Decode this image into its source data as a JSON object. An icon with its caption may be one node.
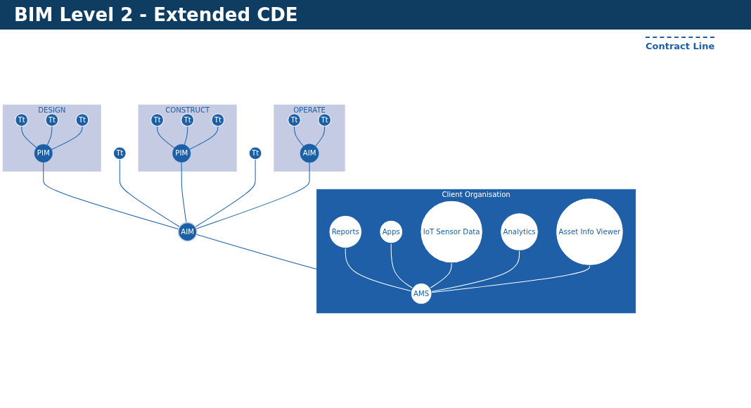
{
  "diagram": {
    "title": "BIM Level 2 - Extended CDE",
    "nodes": [
      {
        "text": [
          "DESIGN"
        ]
      },
      {
        "text": [
          "Tt"
        ],
        "in": 0
      },
      {
        "text": [
          "Tt"
        ],
        "in": 0
      },
      {
        "text": [
          "Tt"
        ],
        "in": 0
      },
      {
        "text": [
          "PIM"
        ],
        "in": 0
      },
      {
        "text": [
          "CONSTRUCT"
        ]
      },
      {
        "text": [
          "Tt"
        ],
        "in": 5
      },
      {
        "text": [
          "Tt"
        ],
        "in": 5
      },
      {
        "text": [
          "Tt"
        ],
        "in": 5
      },
      {
        "text": [
          "PIM"
        ],
        "in": 5
      },
      {
        "text": [
          "OPERATE"
        ]
      },
      {
        "text": [
          "Tt"
        ],
        "in": 10
      },
      {
        "text": [
          "Tt"
        ],
        "in": 10
      },
      {
        "text": [
          "AIM"
        ],
        "in": 10
      },
      {
        "text": [
          "Tt"
        ]
      },
      {
        "text": [
          "Tt"
        ]
      },
      {
        "text": [
          "AIM"
        ]
      },
      {
        "text": [
          "Client Organisation"
        ]
      },
      {
        "text": [
          "Reports"
        ],
        "in": 17
      },
      {
        "text": [
          "Apps"
        ],
        "in": 17
      },
      {
        "text": [
          "AMS"
        ],
        "in": 17
      },
      {
        "text": [
          "IoT Sensor Data"
        ],
        "in": 17
      },
      {
        "text": [
          "Analytics"
        ],
        "in": 17
      },
      {
        "text": [
          "Asset Info Viewer"
        ],
        "in": 17
      }
    ],
    "edges": [
      {
        "from": 1,
        "to": 4,
        "arrow": "none"
      },
      {
        "from": 2,
        "to": 4,
        "arrow": "none"
      },
      {
        "from": 3,
        "to": 4,
        "arrow": "none"
      },
      {
        "from": 6,
        "to": 9,
        "arrow": "none"
      },
      {
        "from": 7,
        "to": 9,
        "arrow": "none"
      },
      {
        "from": 8,
        "to": 9,
        "arrow": "none"
      },
      {
        "from": 11,
        "to": 13,
        "arrow": "none"
      },
      {
        "from": 12,
        "to": 13,
        "arrow": "none"
      },
      {
        "from": 4,
        "to": 16,
        "arrow": "none"
      },
      {
        "from": 14,
        "to": 16,
        "arrow": "none"
      },
      {
        "from": 9,
        "to": 16,
        "arrow": "none"
      },
      {
        "from": 15,
        "to": 16,
        "arrow": "none"
      },
      {
        "from": 13,
        "to": 16,
        "arrow": "none"
      },
      {
        "from": 16,
        "to": 20,
        "arrow": "none"
      },
      {
        "from": 18,
        "to": 20,
        "arrow": "none",
        "color": "#ffffff"
      },
      {
        "from": 19,
        "to": 20,
        "arrow": "none",
        "color": "#ffffff"
      },
      {
        "from": 21,
        "to": 20,
        "arrow": "none",
        "color": "#ffffff"
      },
      {
        "from": 22,
        "to": 20,
        "arrow": "none",
        "color": "#ffffff"
      },
      {
        "from": 23,
        "to": 20,
        "arrow": "none",
        "color": "#ffffff"
      }
    ],
    "labels": [
      "Contract Line"
    ]
  }
}
